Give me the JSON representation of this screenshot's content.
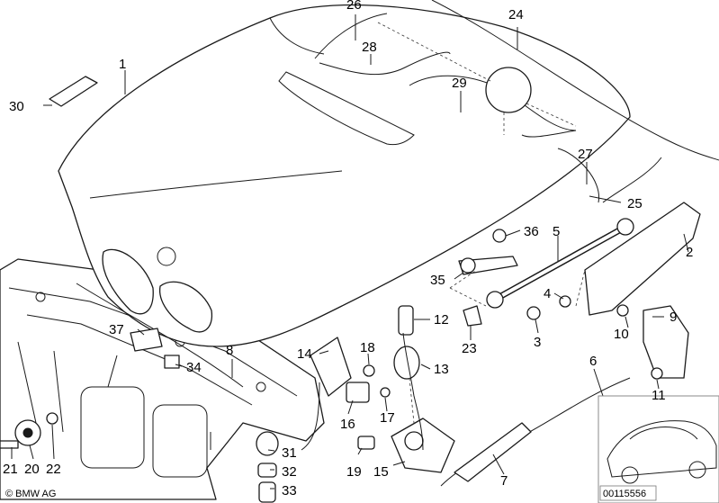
{
  "labels": [
    "1",
    "2",
    "3",
    "4",
    "5",
    "6",
    "7",
    "8",
    "9",
    "10",
    "11",
    "12",
    "13",
    "14",
    "15",
    "16",
    "17",
    "18",
    "19",
    "20",
    "21",
    "22",
    "23",
    "24",
    "25",
    "26",
    "27",
    "28",
    "29",
    "30",
    "31",
    "32",
    "33",
    "34",
    "35",
    "36",
    "37"
  ],
  "copyright": "© BMW AG",
  "diagram_id": "00115556"
}
